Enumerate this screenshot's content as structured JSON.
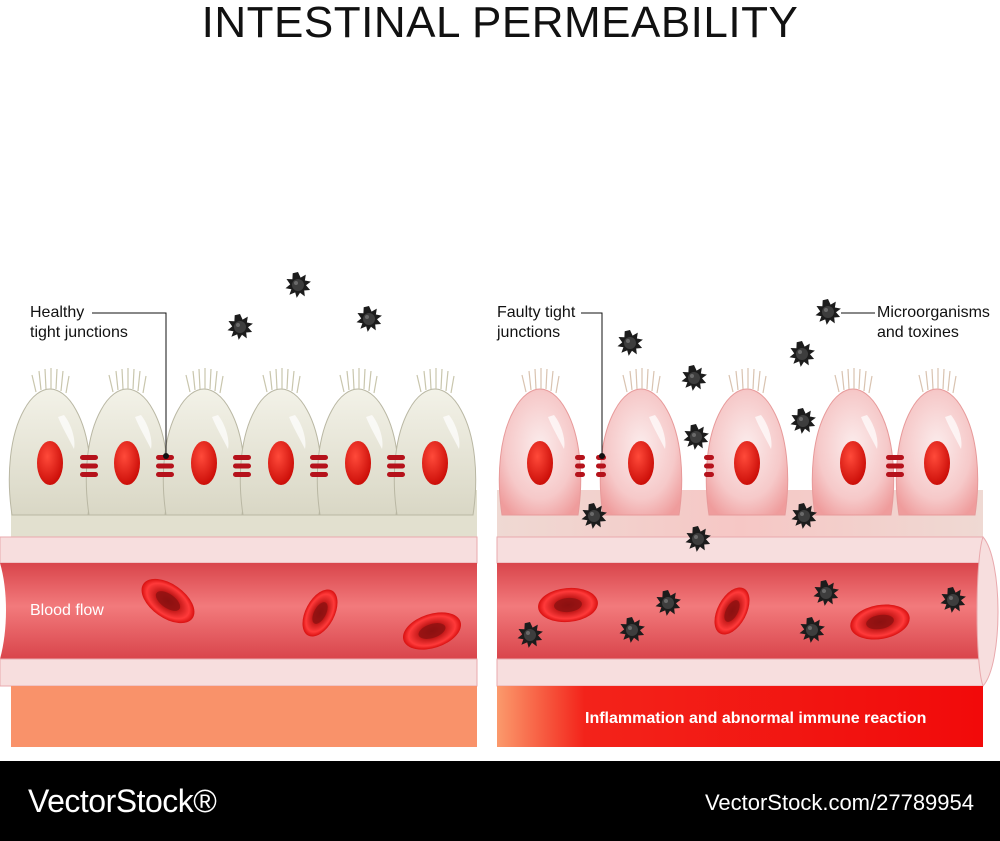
{
  "title": "INTESTINAL PERMEABILITY",
  "labels": {
    "healthy": "Healthy\ntight junctions",
    "faulty": "Faulty tight\njunctions",
    "microbes": "Microorganisms\nand toxines",
    "blood_flow": "Blood flow",
    "inflammation": "Inflammation and abnormal immune reaction"
  },
  "footer": {
    "brand": "VectorStock®",
    "image_id": "VectorStock.com/27789954"
  },
  "colors": {
    "healthy_cell": "#e9e7d8",
    "faulty_cell_tint": "#f7c9c9",
    "nucleus": "#e8140d",
    "junction": "#b5121b",
    "vessel": "#e35a5e",
    "vessel_wall": "#f7dede",
    "tissue_healthy": "#f9926a",
    "tissue_inflamed": "#f20d0d",
    "microbe": "#222222"
  }
}
